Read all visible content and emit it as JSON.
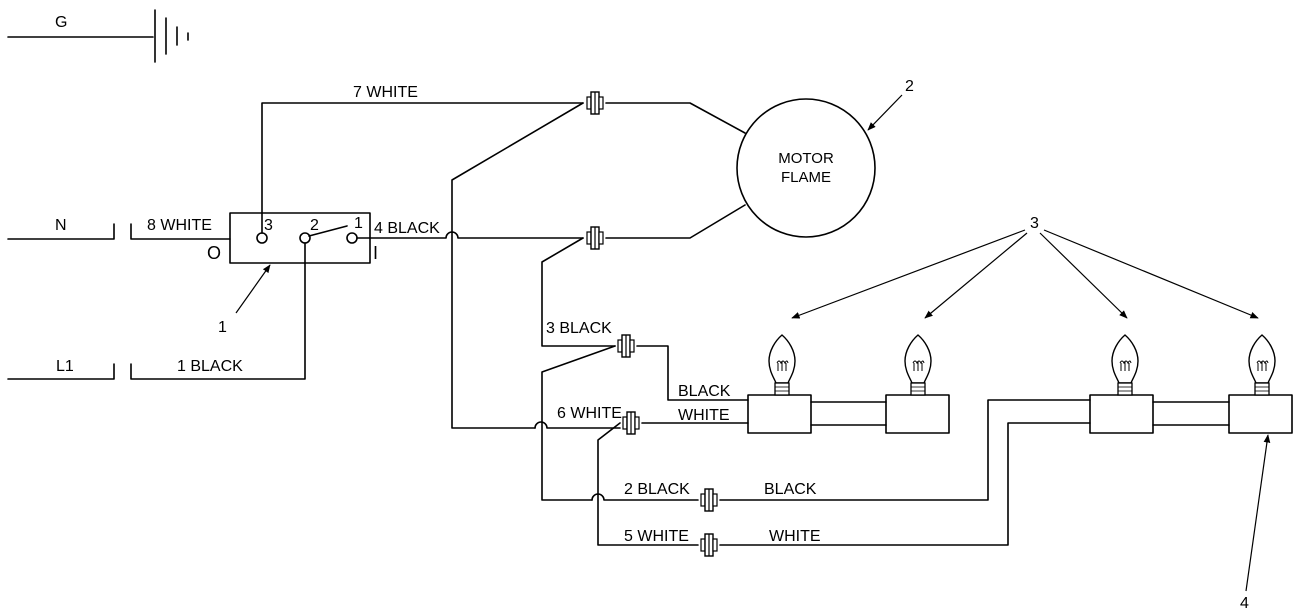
{
  "ground": {
    "label": "G"
  },
  "lines": {
    "neutral": "N",
    "line1": "L1"
  },
  "wires": {
    "w7": "7 WHITE",
    "w8": "8 WHITE",
    "w4": "4 BLACK",
    "w1": "1 BLACK",
    "w3": "3 BLACK",
    "w6": "6 WHITE",
    "w2": "2 BLACK",
    "w5": "5 WHITE",
    "black_a": "BLACK",
    "white_a": "WHITE",
    "black_b": "BLACK",
    "white_b": "WHITE"
  },
  "switch": {
    "t3": "3",
    "t2": "2",
    "t1": "1",
    "off": "O",
    "on": "I"
  },
  "motor": {
    "line1": "MOTOR",
    "line2": "FLAME"
  },
  "callouts": {
    "c1": "1",
    "c2": "2",
    "c3": "3",
    "c4": "4"
  }
}
